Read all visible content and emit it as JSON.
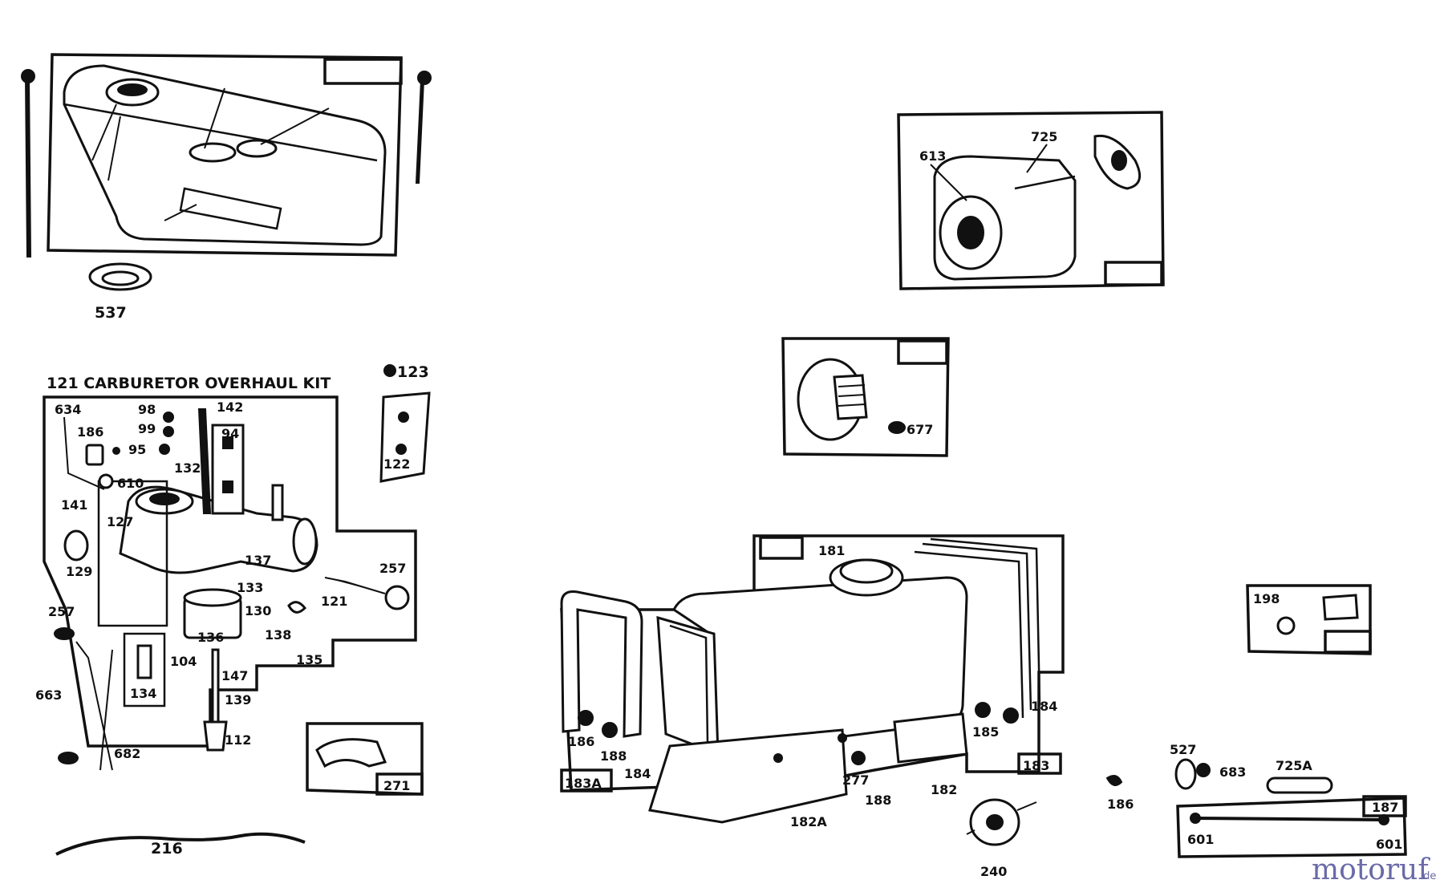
{
  "carburetor_title": "121 CARBURETOR OVERHAUL KIT",
  "watermark": {
    "name": "motoruf",
    "suffix": ".de"
  },
  "labels": {
    "l537": "537",
    "l123": "123",
    "l634": "634",
    "l98": "98",
    "l99": "99",
    "l142": "142",
    "l186a": "186",
    "l95": "95",
    "l94": "94",
    "l132": "132",
    "l610": "610",
    "l141": "141",
    "l127": "127",
    "l129": "129",
    "l137": "137",
    "l133": "133",
    "l122": "122",
    "l257": "257",
    "l121": "121",
    "l130": "130",
    "l138": "138",
    "l136": "136",
    "l104": "104",
    "l147": "147",
    "l135": "135",
    "l134": "134",
    "l139": "139",
    "l663": "663",
    "l112": "112",
    "l682": "682",
    "l271": "271",
    "l216": "216",
    "l725": "725",
    "l613": "613",
    "l677": "677",
    "l181": "181",
    "l186b": "186",
    "l188a": "188",
    "l184a": "184",
    "l183a": "183A",
    "l277": "277",
    "l182": "182",
    "l188b": "188",
    "l182a": "182A",
    "l185": "185",
    "l183": "183",
    "l240": "240",
    "l186c": "186",
    "l527": "527",
    "l683": "683",
    "l725a": "725A",
    "l187": "187",
    "l601a": "601",
    "l601b": "601",
    "l198": "198"
  }
}
